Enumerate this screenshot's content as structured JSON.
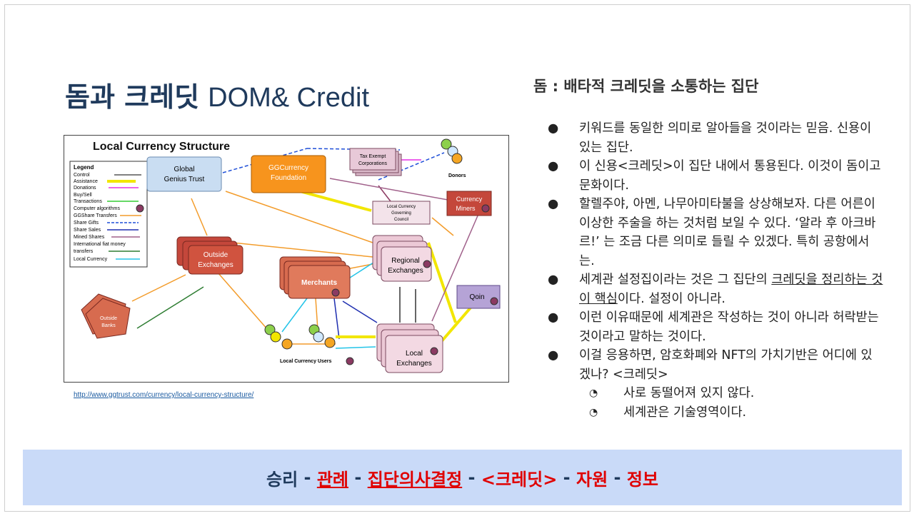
{
  "title": {
    "korean": "돔과 크레딧",
    "english": "DOM& Credit"
  },
  "diagram": {
    "title": "Local Currency Structure",
    "legend_title": "Legend",
    "legend": [
      {
        "label": "Control",
        "color": "#000000"
      },
      {
        "label": "Assistance",
        "color": "#f2e600"
      },
      {
        "label": "Donations",
        "color": "#e62ee6"
      },
      {
        "label": "Buy/Sell Transactions",
        "color": "#33cc33"
      },
      {
        "label": "Computer algorithms",
        "color": "#8b3a62"
      },
      {
        "label": "GGShare Transfers",
        "color": "#f39c2b"
      },
      {
        "label": "Share Gifts",
        "color": "#1f4fd8"
      },
      {
        "label": "Share Sales",
        "color": "#1f2fb0"
      },
      {
        "label": "Mined Shares",
        "color": "#a0608a"
      },
      {
        "label": "International fiat money transfers",
        "color": "#2e7d32"
      },
      {
        "label": "Local Currency",
        "color": "#23c4e8"
      }
    ],
    "nodes": {
      "global_genius_trust": "Global Genius Trust",
      "ggcurrency_foundation": "GGCurrency Foundation",
      "tax_exempt": "Tax Exempt Corporations",
      "donors": "Donors",
      "currency_miners": "Currency Miners",
      "governing_council": "Local Currency Governing Council",
      "outside_exchanges": "Outside Exchanges",
      "merchants": "Merchants",
      "regional_exchanges": "Regional Exchanges",
      "qoin": "Qoin",
      "outside_banks": "Outside Banks",
      "local_currency_users": "Local Currency Users",
      "local_exchanges": "Local Exchanges"
    }
  },
  "source_url": "http://www.ggtrust.com/currency/local-currency-structure/",
  "heading": "돔 : 배타적 크레딧을 소통하는 집단",
  "bullets": {
    "b1": "키워드를 동일한 의미로 알아들을 것이라는 믿음. 신용이 있는 집단.",
    "b2": "이 신용<크레딧>이 집단 내에서 통용된다. 이것이 돔이고 문화이다.",
    "b3": "할렐주야, 아멘, 나무아미타불을 상상해보자. 다른 어른이 이상한 주술을 하는 것처럼 보일 수 있다. ‘알라 후 아크바르!’ 는 조금 다른 의미로 들릴 수 있겠다. 특히 공항에서는.",
    "b4_pre": "세계관 설정집이라는 것은 그 집단의 ",
    "b4_underlined": "크레딧을 정리하는 것이 핵심",
    "b4_post": "이다. 설정이 아니라.",
    "b5": "이런 이유때문에 세계관은 작성하는 것이 아니라 허락받는 것이라고 말하는 것이다.",
    "b6": "이걸 응용하면, 암호화폐와 NFT의 가치기반은 어디에 있겠나? <크레딧>",
    "sub1": "사로 동떨어져 있지 않다.",
    "sub2": "세계관은 기술영역이다."
  },
  "footer": {
    "p1": "승리",
    "sep": " - ",
    "p2": "관례",
    "p3": "집단의사결정",
    "p4": "<크레딧>",
    "p5": "자원",
    "p6": "정보"
  }
}
